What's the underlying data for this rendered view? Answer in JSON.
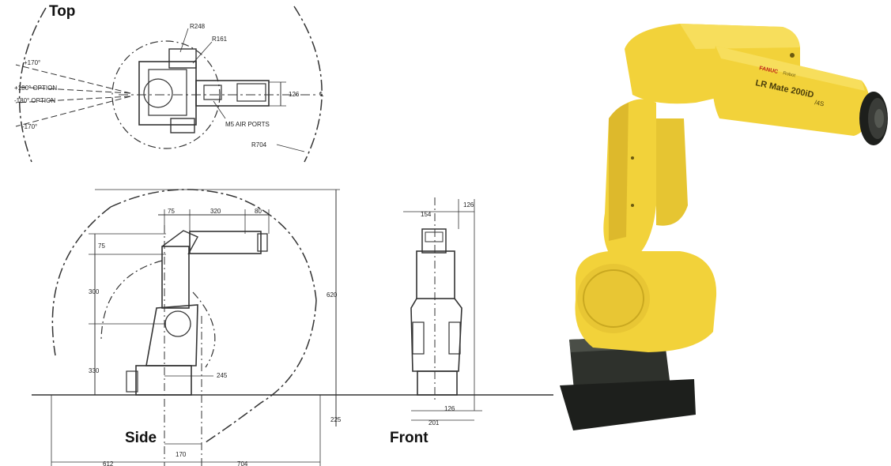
{
  "views": {
    "top": "Top",
    "side": "Side",
    "front": "Front"
  },
  "top_labels": {
    "pos170": "+170°",
    "opt180a": "+180° OPTION",
    "opt180b": "-180° OPTION",
    "neg170": "-170°",
    "r248": "R248",
    "r161": "R161",
    "air_ports": "M5 AIR PORTS",
    "r704": "R704",
    "d126": "126",
    "cl": "℄"
  },
  "side_labels": {
    "d75a": "75",
    "d320": "320",
    "d80": "80",
    "d75b": "75",
    "d300": "300",
    "d330": "330",
    "d620": "620",
    "d245": "245",
    "d225": "225",
    "d170": "170",
    "d612": "612",
    "d704": "704"
  },
  "front_labels": {
    "d154": "154",
    "d126a": "126",
    "d126b": "126",
    "d201": "201"
  },
  "robot": {
    "brand": "FANUC",
    "brand_sub": "Robot",
    "model": "LR Mate 200iD",
    "variant": "/4S"
  },
  "colors": {
    "robot_yellow": "#f2d23a",
    "robot_shadow": "#c9a820",
    "base_dark": "#2e312c",
    "line": "#333333"
  }
}
